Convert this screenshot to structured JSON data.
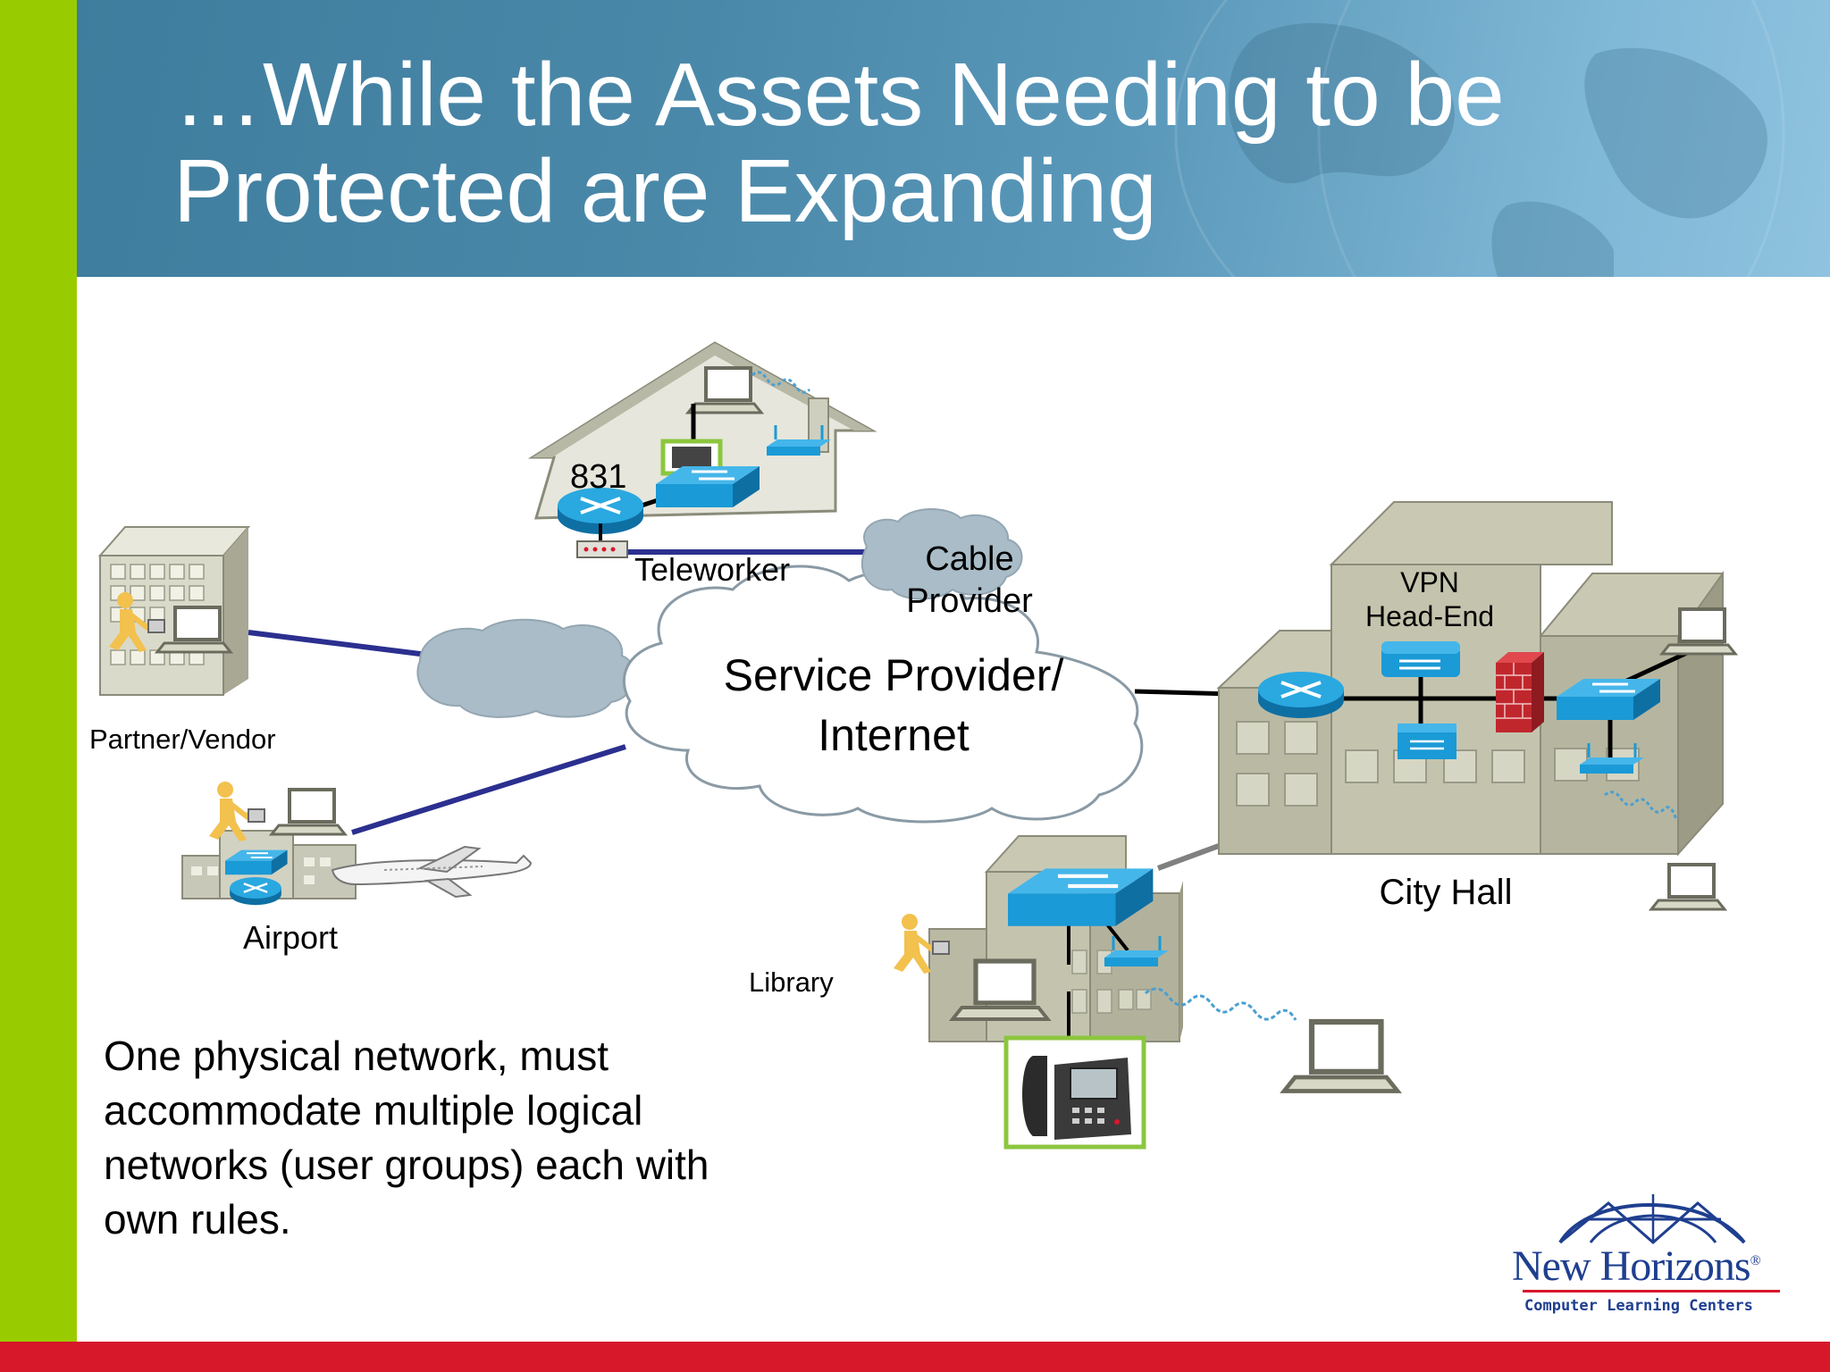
{
  "slide": {
    "title_line1": "…While the Assets Needing to be",
    "title_line2": "Protected are Expanding",
    "caption": "One physical network, must accommodate multiple logical networks (user groups) each with own rules."
  },
  "diagram": {
    "nodes": {
      "internet": {
        "label_line1": "Service Provider/",
        "label_line2": "Internet"
      },
      "cable": {
        "label_line1": "Cable",
        "label_line2": "Provider"
      },
      "teleworker": {
        "label": "Teleworker",
        "router_model": "831"
      },
      "partner": {
        "label": "Partner/Vendor"
      },
      "airport": {
        "label": "Airport"
      },
      "library": {
        "label": "Library"
      },
      "city_hall": {
        "label": "City Hall"
      },
      "vpn": {
        "label_line1": "VPN",
        "label_line2": "Head-End"
      }
    }
  },
  "logo": {
    "name": "New Horizons",
    "mark": "®",
    "tagline": "Computer Learning Centers"
  },
  "colors": {
    "accent_green": "#99cc00",
    "accent_red": "#d7182a",
    "header_blue": "#4a88a9",
    "device_blue": "#1a9ad6",
    "link_navy": "#2b2f8f",
    "phone_frame": "#8cc63f",
    "logo_blue": "#1f3f8f"
  }
}
